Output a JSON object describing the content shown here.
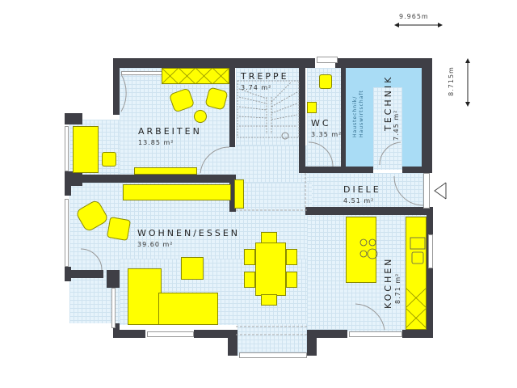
{
  "plan": {
    "dimensions": {
      "width": "9.965m",
      "depth": "8.715m"
    },
    "rooms": [
      {
        "id": "arbeiten",
        "name": "ARBEITEN",
        "area": "13.85 m²"
      },
      {
        "id": "treppe",
        "name": "TREPPE",
        "area": "3.74 m²"
      },
      {
        "id": "wc",
        "name": "WC",
        "area": "3.35 m²"
      },
      {
        "id": "technik",
        "name": "TECHNIK",
        "area": "7.45 m²",
        "note": "Haustechnik/ Hauswirtschaft"
      },
      {
        "id": "diele",
        "name": "DIELE",
        "area": "4.51 m²"
      },
      {
        "id": "wohnen",
        "name": "WOHNEN/ESSEN",
        "area": "39.60 m²"
      },
      {
        "id": "kochen",
        "name": "KOCHEN",
        "area": "8.71 m²"
      }
    ],
    "colors": {
      "wall": "#3f3f46",
      "floor": "#e6f3fb",
      "technik": "#a9dcf5",
      "furniture": "#ffff00"
    }
  }
}
